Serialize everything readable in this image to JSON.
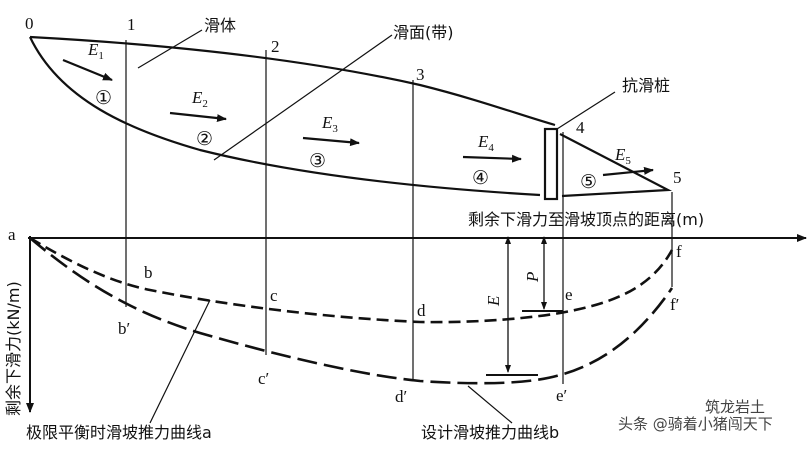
{
  "slope": {
    "section_points": [
      "0",
      "1",
      "2",
      "3",
      "4",
      "5"
    ],
    "blocks": [
      {
        "num": "①",
        "force": "E",
        "sub": "1"
      },
      {
        "num": "②",
        "force": "E",
        "sub": "2"
      },
      {
        "num": "③",
        "force": "E",
        "sub": "3"
      },
      {
        "num": "④",
        "force": "E",
        "sub": "4"
      },
      {
        "num": "⑤",
        "force": "E",
        "sub": "5"
      }
    ],
    "labels": {
      "sliding_body": "滑体",
      "sliding_surface": "滑面(带)",
      "anti_slide_pile": "抗滑桩"
    }
  },
  "force_chart": {
    "x_axis_label": "剩余下滑力至滑坡顶点的距离(m)",
    "y_axis_label": "剩余下滑力(kN/m)",
    "origin_label": "a",
    "curve_a_points": [
      "b",
      "c",
      "d",
      "e",
      "f"
    ],
    "curve_b_points": [
      "b′",
      "c′",
      "d′",
      "e′",
      "f′"
    ],
    "dim_E": "E",
    "dim_P": "P",
    "curve_a_name": "极限平衡时滑坡推力曲线a",
    "curve_b_name": "设计滑坡推力曲线b"
  },
  "watermark": "头条 @骑着小猪闯天下",
  "watermark2": "筑龙岩土"
}
